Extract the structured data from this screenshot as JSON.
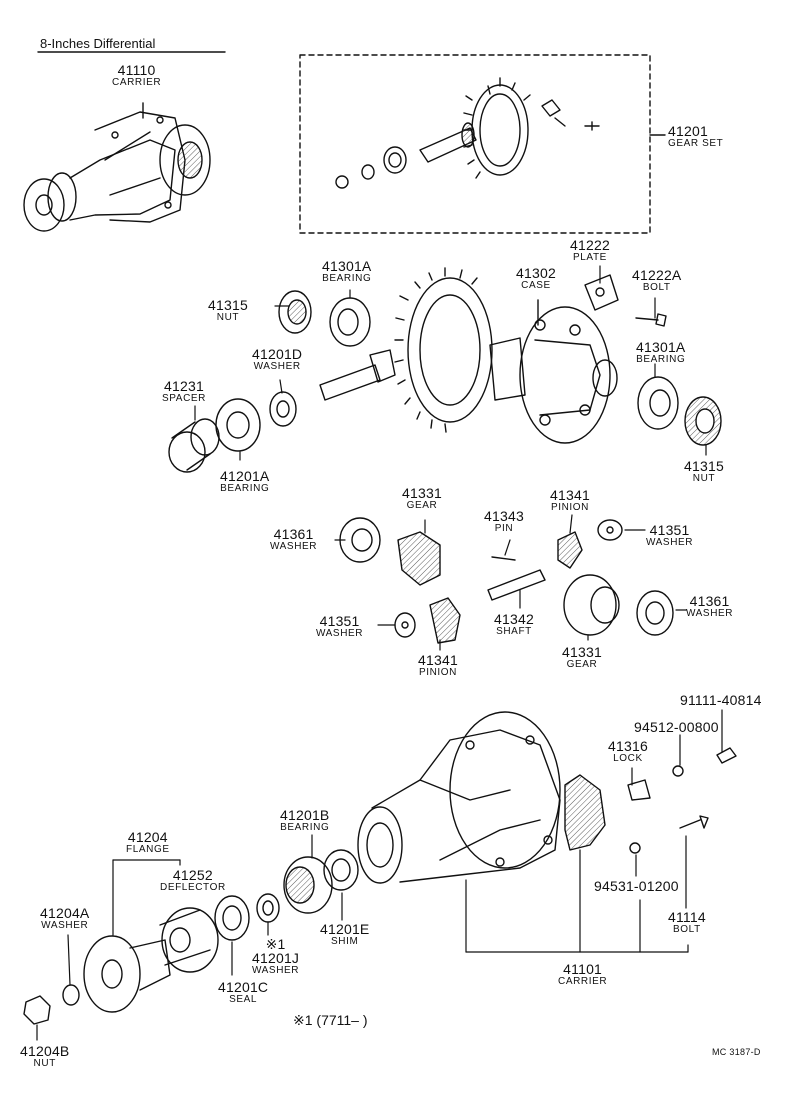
{
  "title": "8-Inches  Differential",
  "footnote": "※1  (7711–         )",
  "code": "MC 3187-D",
  "labels": {
    "c41110": {
      "num": "41110",
      "name": "CARRIER"
    },
    "c41201": {
      "num": "41201",
      "name": "GEAR SET"
    },
    "c41301a1": {
      "num": "41301A",
      "name": "BEARING"
    },
    "c41302": {
      "num": "41302",
      "name": "CASE"
    },
    "c41222": {
      "num": "41222",
      "name": "PLATE"
    },
    "c41222a": {
      "num": "41222A",
      "name": "BOLT"
    },
    "c41315a": {
      "num": "41315",
      "name": "NUT"
    },
    "c41201d": {
      "num": "41201D",
      "name": "WASHER"
    },
    "c41301a2": {
      "num": "41301A",
      "name": "BEARING"
    },
    "c41231": {
      "num": "41231",
      "name": "SPACER"
    },
    "c41201a": {
      "num": "41201A",
      "name": "BEARING"
    },
    "c41315b": {
      "num": "41315",
      "name": "NUT"
    },
    "c41331a": {
      "num": "41331",
      "name": "GEAR"
    },
    "c41343": {
      "num": "41343",
      "name": "PIN"
    },
    "c41341a": {
      "num": "41341",
      "name": "PINION"
    },
    "c41361a": {
      "num": "41361",
      "name": "WASHER"
    },
    "c41351a": {
      "num": "41351",
      "name": "WASHER"
    },
    "c41342": {
      "num": "41342",
      "name": "SHAFT"
    },
    "c41361b": {
      "num": "41361",
      "name": "WASHER"
    },
    "c41351b": {
      "num": "41351",
      "name": "WASHER"
    },
    "c41341b": {
      "num": "41341",
      "name": "PINION"
    },
    "c41331b": {
      "num": "41331",
      "name": "GEAR"
    },
    "c91111": {
      "num": "91111-40814",
      "name": ""
    },
    "c94512": {
      "num": "94512-00800",
      "name": ""
    },
    "c41316": {
      "num": "41316",
      "name": "LOCK"
    },
    "c41204": {
      "num": "41204",
      "name": "FLANGE"
    },
    "c41201b": {
      "num": "41201B",
      "name": "BEARING"
    },
    "c41252": {
      "num": "41252",
      "name": "DEFLECTOR"
    },
    "c94531": {
      "num": "94531-01200",
      "name": ""
    },
    "c41114": {
      "num": "41114",
      "name": "BOLT"
    },
    "c41204a": {
      "num": "41204A",
      "name": "WASHER"
    },
    "c41201e": {
      "num": "41201E",
      "name": "SHIM"
    },
    "c41201j": {
      "num": "41201J",
      "name": "WASHER",
      "mark": "※1"
    },
    "c41201c": {
      "num": "41201C",
      "name": "SEAL"
    },
    "c41101": {
      "num": "41101",
      "name": "CARRIER"
    },
    "c41204b": {
      "num": "41204B",
      "name": "NUT"
    }
  }
}
